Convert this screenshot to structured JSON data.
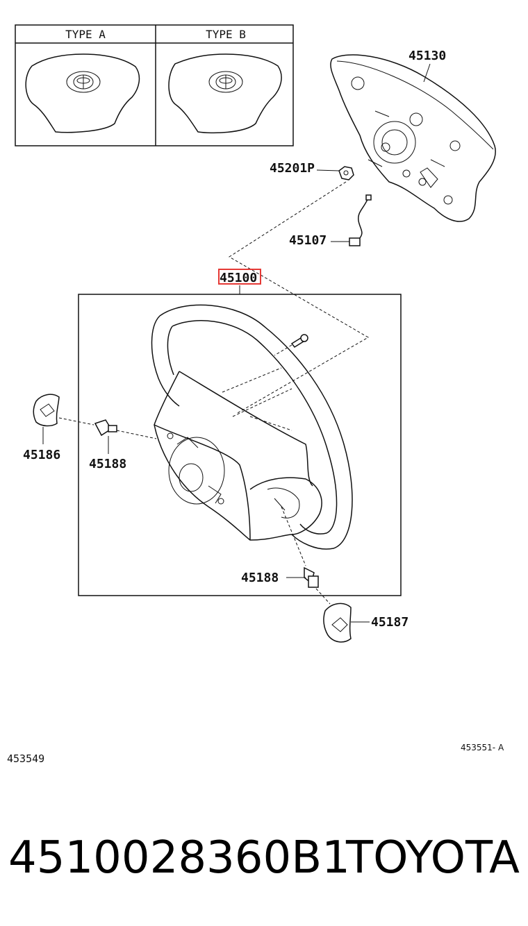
{
  "inset": {
    "type_a_label": "TYPE A",
    "type_b_label": "TYPE B"
  },
  "parts": {
    "p45130": "45130",
    "p45201p": "45201P",
    "p45107": "45107",
    "p45100": "45100",
    "p45186": "45186",
    "p45188_left": "45188",
    "p45188_bottom": "45188",
    "p45187": "45187"
  },
  "highlight": {
    "part": "45100",
    "color": "#e53935"
  },
  "refs": {
    "left": "453549",
    "right": "453551- A"
  },
  "footer": {
    "part_number": "4510028360B1",
    "brand": "TOYOTA"
  }
}
